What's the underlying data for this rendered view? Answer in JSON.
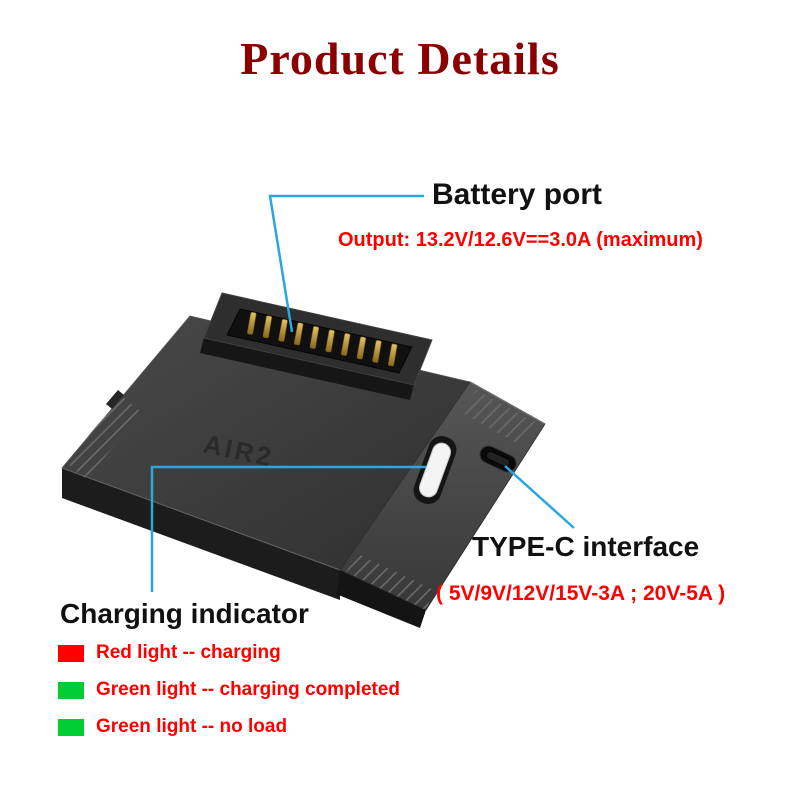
{
  "page": {
    "title": "Product Details"
  },
  "colors": {
    "title": "#8B0000",
    "accent_red": "#FF0000",
    "callout_line": "#2CA6E0",
    "legend_red": "#FF0000",
    "legend_green": "#00CC33"
  },
  "battery_port": {
    "label": "Battery port",
    "spec": "Output: 13.2V/12.6V==3.0A (maximum)"
  },
  "type_c": {
    "label": "TYPE-C interface",
    "spec": "( 5V/9V/12V/15V-3A ; 20V-5A )"
  },
  "charging_indicator": {
    "label": "Charging indicator",
    "legend": [
      {
        "swatch": "#FF0000",
        "text": "Red light -- charging"
      },
      {
        "swatch": "#00CC33",
        "text": "Green light -- charging completed"
      },
      {
        "swatch": "#00CC33",
        "text": "Green light -- no load"
      }
    ]
  },
  "device": {
    "engraving": "AIR2"
  }
}
